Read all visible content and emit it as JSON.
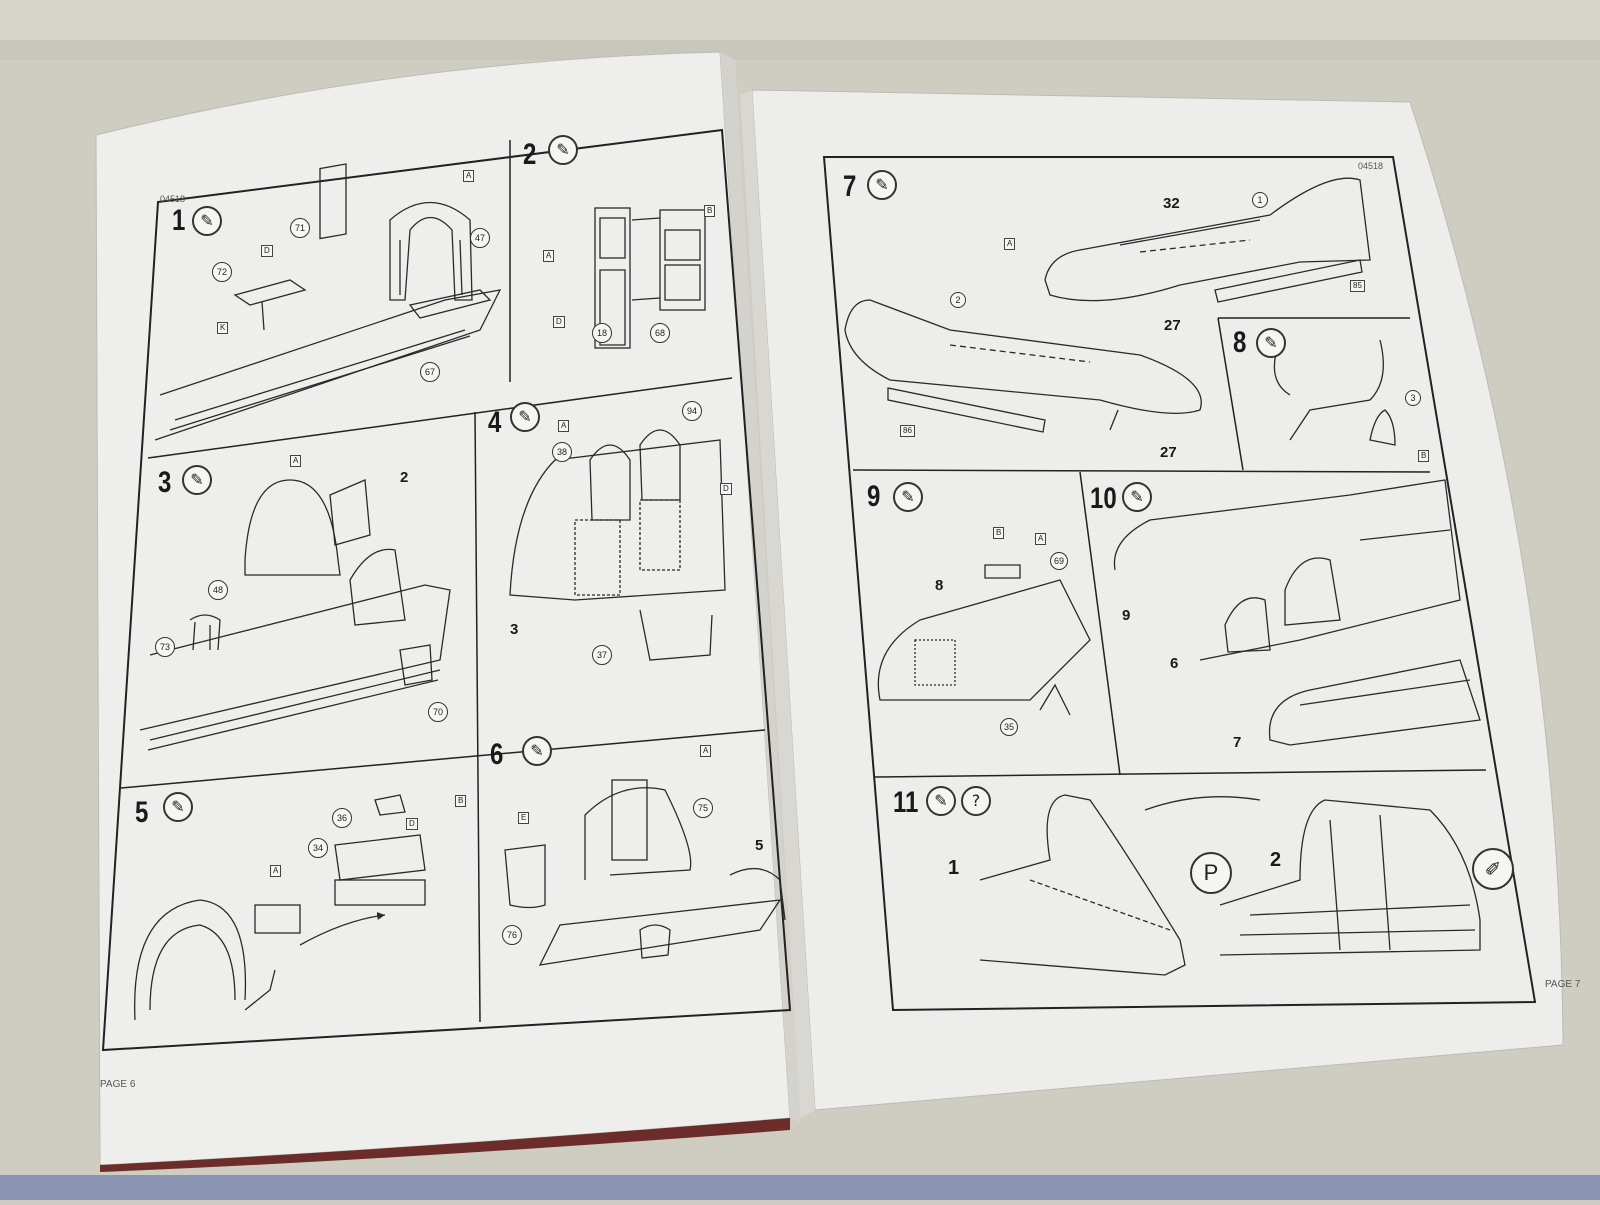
{
  "left_page": {
    "code": "04518",
    "page_label": "PAGE 6",
    "steps": [
      {
        "number": "1",
        "parts": [
          "71",
          "72",
          "47",
          "67"
        ],
        "flags": [
          "A",
          "D",
          "K"
        ]
      },
      {
        "number": "2",
        "parts": [
          "18",
          "68"
        ],
        "flags": [
          "A",
          "D",
          "B"
        ]
      },
      {
        "number": "3",
        "parts": [
          "2",
          "48",
          "73",
          "70"
        ],
        "flags": [
          "A"
        ]
      },
      {
        "number": "4",
        "parts": [
          "3",
          "38",
          "94",
          "37"
        ],
        "flags": [
          "A",
          "D"
        ]
      },
      {
        "number": "5",
        "parts": [
          "34",
          "36"
        ],
        "flags": [
          "A",
          "D",
          "B"
        ]
      },
      {
        "number": "6",
        "parts": [
          "5",
          "75",
          "76"
        ],
        "flags": [
          "A",
          "E"
        ]
      }
    ]
  },
  "right_page": {
    "code": "04518",
    "page_label": "PAGE 7",
    "steps": [
      {
        "number": "7",
        "parts": [
          "32",
          "27",
          "27",
          "1",
          "2",
          "85",
          "86"
        ],
        "flags": [
          "A"
        ]
      },
      {
        "number": "8",
        "parts": [
          "3"
        ],
        "flags": [
          "B"
        ]
      },
      {
        "number": "9",
        "parts": [
          "8",
          "69",
          "35"
        ],
        "flags": [
          "A",
          "B"
        ]
      },
      {
        "number": "10",
        "parts": [
          "9",
          "6",
          "7"
        ],
        "flags": []
      },
      {
        "number": "11",
        "parts": [
          "1",
          "2"
        ],
        "flags": []
      }
    ],
    "decal_labels": [
      "P"
    ],
    "question_mark": "?"
  },
  "icons": {
    "glue": "glue-icon",
    "question": "question-icon",
    "decal_p": "decal-p-icon",
    "paint_brush": "brush-icon"
  },
  "colors": {
    "table_background": "#cfcdc2",
    "paper": "#eeeeed",
    "ink": "#1a1a1a",
    "page_edge_shadow": "#6b2c2a",
    "bottom_blue": "#8a95b4"
  }
}
